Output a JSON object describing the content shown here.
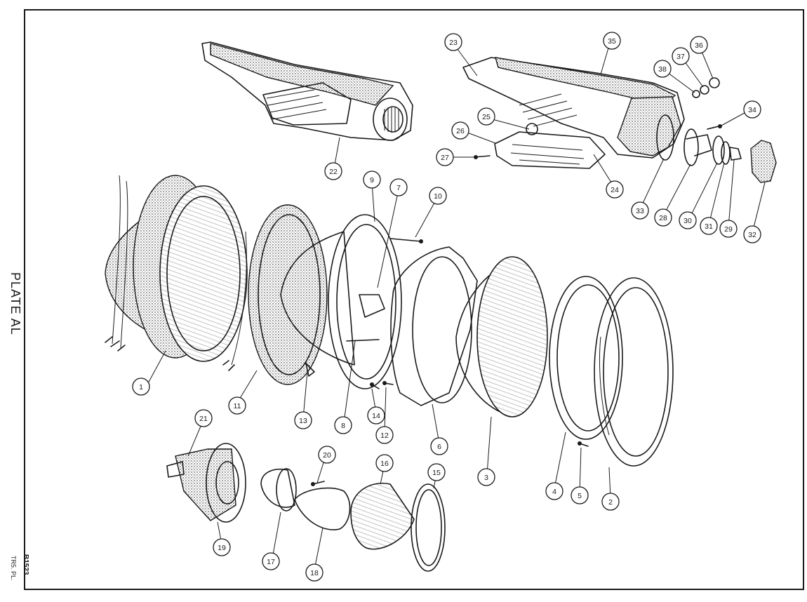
{
  "plate": {
    "title": "PLATE AL",
    "ref_code": "B1523",
    "ref_sub": "TR5. PL."
  },
  "callouts": [
    {
      "id": "part-1",
      "label": "1"
    },
    {
      "id": "part-2",
      "label": "2"
    },
    {
      "id": "part-3",
      "label": "3"
    },
    {
      "id": "part-4",
      "label": "4"
    },
    {
      "id": "part-5",
      "label": "5"
    },
    {
      "id": "part-6",
      "label": "6"
    },
    {
      "id": "part-7",
      "label": "7"
    },
    {
      "id": "part-8",
      "label": "8"
    },
    {
      "id": "part-9",
      "label": "9"
    },
    {
      "id": "part-10",
      "label": "10"
    },
    {
      "id": "part-11",
      "label": "11"
    },
    {
      "id": "part-12",
      "label": "12"
    },
    {
      "id": "part-13",
      "label": "13"
    },
    {
      "id": "part-14",
      "label": "14"
    },
    {
      "id": "part-15",
      "label": "15"
    },
    {
      "id": "part-16",
      "label": "16"
    },
    {
      "id": "part-17",
      "label": "17"
    },
    {
      "id": "part-18",
      "label": "18"
    },
    {
      "id": "part-19",
      "label": "19"
    },
    {
      "id": "part-20",
      "label": "20"
    },
    {
      "id": "part-21",
      "label": "21"
    },
    {
      "id": "part-22",
      "label": "22"
    },
    {
      "id": "part-23",
      "label": "23"
    },
    {
      "id": "part-24",
      "label": "24"
    },
    {
      "id": "part-25",
      "label": "25"
    },
    {
      "id": "part-26",
      "label": "26"
    },
    {
      "id": "part-27",
      "label": "27"
    },
    {
      "id": "part-28",
      "label": "28"
    },
    {
      "id": "part-29",
      "label": "29"
    },
    {
      "id": "part-30",
      "label": "30"
    },
    {
      "id": "part-31",
      "label": "31"
    },
    {
      "id": "part-32",
      "label": "32"
    },
    {
      "id": "part-33",
      "label": "33"
    },
    {
      "id": "part-34",
      "label": "34"
    },
    {
      "id": "part-35",
      "label": "35"
    },
    {
      "id": "part-36",
      "label": "36"
    },
    {
      "id": "part-37",
      "label": "37"
    },
    {
      "id": "part-38",
      "label": "38"
    }
  ],
  "colors": {
    "ink": "#1a1a1a",
    "paper": "#ffffff"
  }
}
